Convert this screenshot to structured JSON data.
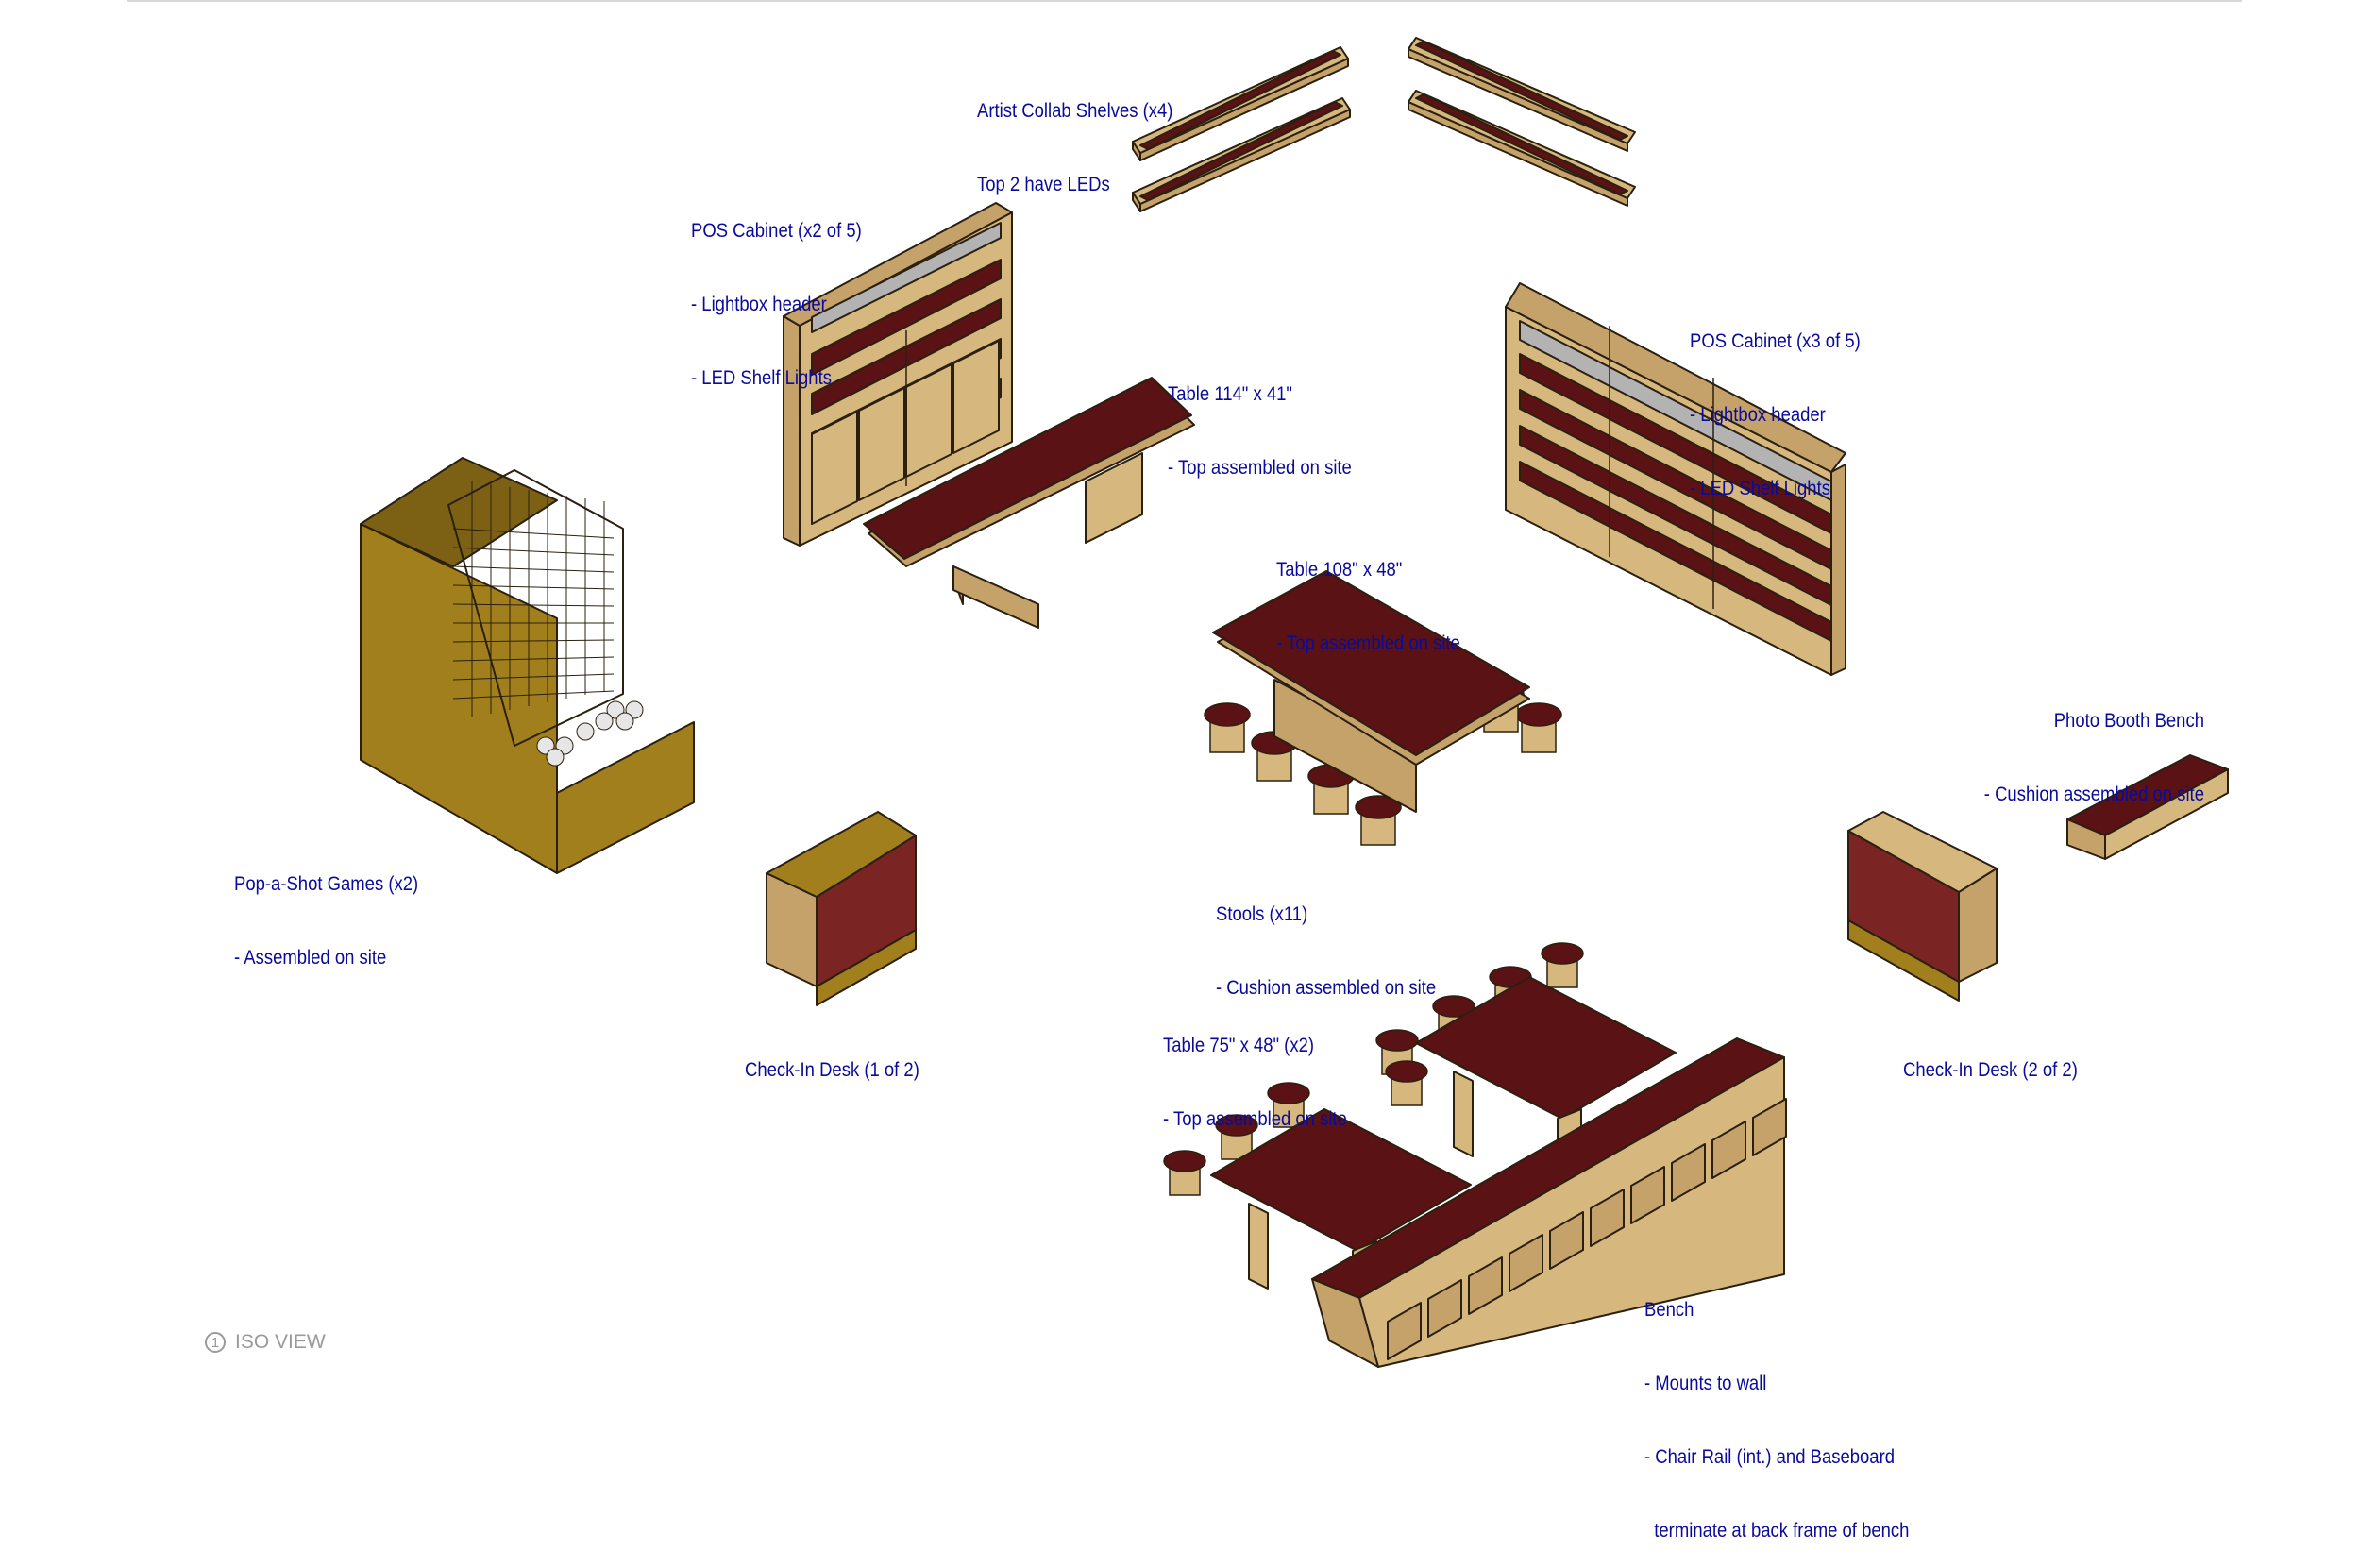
{
  "colors": {
    "label_text": "#0a0a9c",
    "wood": "#d6b77e",
    "wood_dark": "#a98a52",
    "wood_side": "#c4a26a",
    "maroon": "#5a1215",
    "maroon_light": "#7a2424",
    "olive": "#a07f1c",
    "olive_dark": "#7c6014",
    "gray_header": "#b3b3b3",
    "view_gray": "#9a9a9a"
  },
  "labels": {
    "shelves": {
      "line1": "Artist Collab Shelves (x4)",
      "line2": "Top 2 have LEDs"
    },
    "pos_left": {
      "line1": "POS Cabinet (x2 of 5)",
      "line2": "- Lightbox header",
      "line3": "- LED Shelf Lights"
    },
    "pos_right": {
      "line1": "POS Cabinet (x3 of 5)",
      "line2": "- Lightbox header",
      "line3": "- LED Shelf Lights"
    },
    "table_114": {
      "line1": "Table 114\" x 41\"",
      "line2": "- Top assembled on site"
    },
    "table_108": {
      "line1": "Table 108\" x 48\"",
      "line2": "- Top assembled on site"
    },
    "photo_bench": {
      "line1": "Photo Booth Bench",
      "line2": "- Cushion assembled on site"
    },
    "popashot": {
      "line1": "Pop-a-Shot Games (x2)",
      "line2": "- Assembled on site"
    },
    "stools": {
      "line1": "Stools (x11)",
      "line2": "- Cushion assembled on site"
    },
    "checkin_1": {
      "line1": "Check-In Desk (1 of 2)"
    },
    "checkin_2": {
      "line1": "Check-In Desk (2 of 2)"
    },
    "table_75": {
      "line1": "Table 75\" x 48\" (x2)",
      "line2": "- Top assembled on site"
    },
    "bench": {
      "line1": "Bench",
      "line2": "- Mounts to wall",
      "line3": "- Chair Rail (int.) and Baseboard",
      "line4": "  terminate at back frame of bench"
    }
  },
  "view": {
    "number": "1",
    "title": "ISO VIEW"
  }
}
